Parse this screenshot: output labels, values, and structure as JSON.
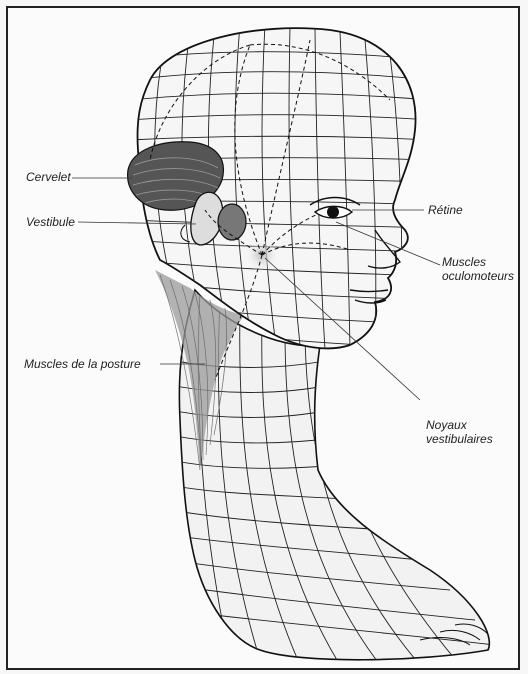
{
  "labels": {
    "cervelet": "Cervelet",
    "vestibule": "Vestibule",
    "muscles_posture": "Muscles de la posture",
    "retine": "Rétine",
    "muscles_oculo_1": "Muscles",
    "muscles_oculo_2": "oculomoteurs",
    "noyaux_1": "Noyaux",
    "noyaux_2": "vestibulaires"
  }
}
